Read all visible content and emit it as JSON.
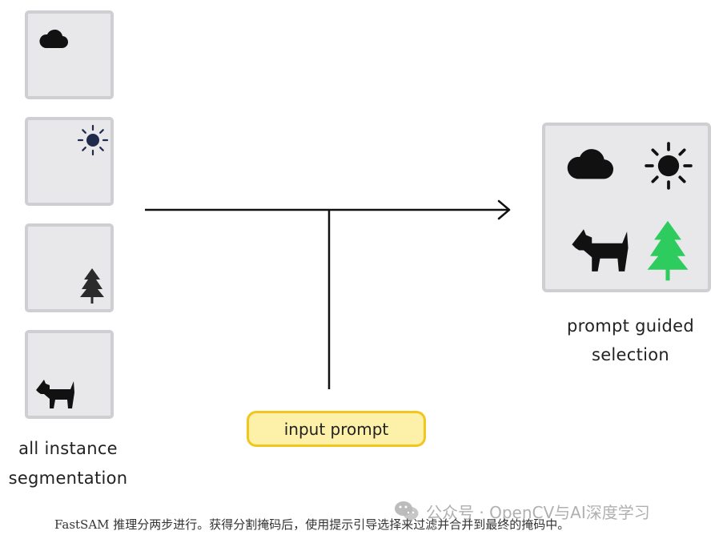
{
  "left_label": {
    "line1": "all instance",
    "line2": "segmentation"
  },
  "right_label": {
    "line1": "prompt guided",
    "line2": "selection"
  },
  "prompt_label": "input prompt",
  "caption": "FastSAM 推理分两步进行。获得分割掩码后，使用提示引导选择来过滤并合并到最终的掩码中。",
  "watermark": "公众号 · OpenCV与AI深度学习",
  "colors": {
    "tile_bg": "#e8e8eb",
    "tile_border": "#cfcfd3",
    "icon_dark": "#111111",
    "sun_left": "#1f2a4d",
    "tree_selected": "#2ecc5f",
    "prompt_fill": "#fdf0a8",
    "prompt_border": "#f2c61c"
  },
  "icons": [
    "cloud-icon",
    "sun-icon",
    "tree-icon",
    "dog-icon"
  ]
}
